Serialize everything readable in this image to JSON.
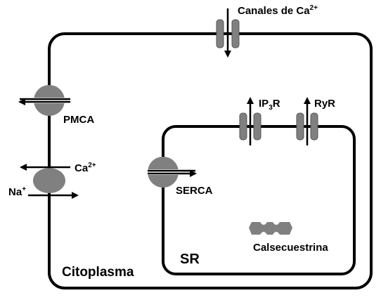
{
  "labels": {
    "channels": "Canales de Ca",
    "channels_sup": "2+",
    "pmca": "PMCA",
    "ip3r_main": "IP",
    "ip3r_sub": "3",
    "ip3r_tail": "R",
    "ryr": "RyR",
    "ca": "Ca",
    "ca_sup": "2+",
    "na": "Na",
    "na_sup": "+",
    "serca": "SERCA",
    "sr": "SR",
    "calsequestrin": "Calsecuestrina",
    "cytoplasm": "Citoplasma"
  },
  "colors": {
    "membrane": "#000000",
    "protein": "#808080",
    "background": "#ffffff"
  }
}
